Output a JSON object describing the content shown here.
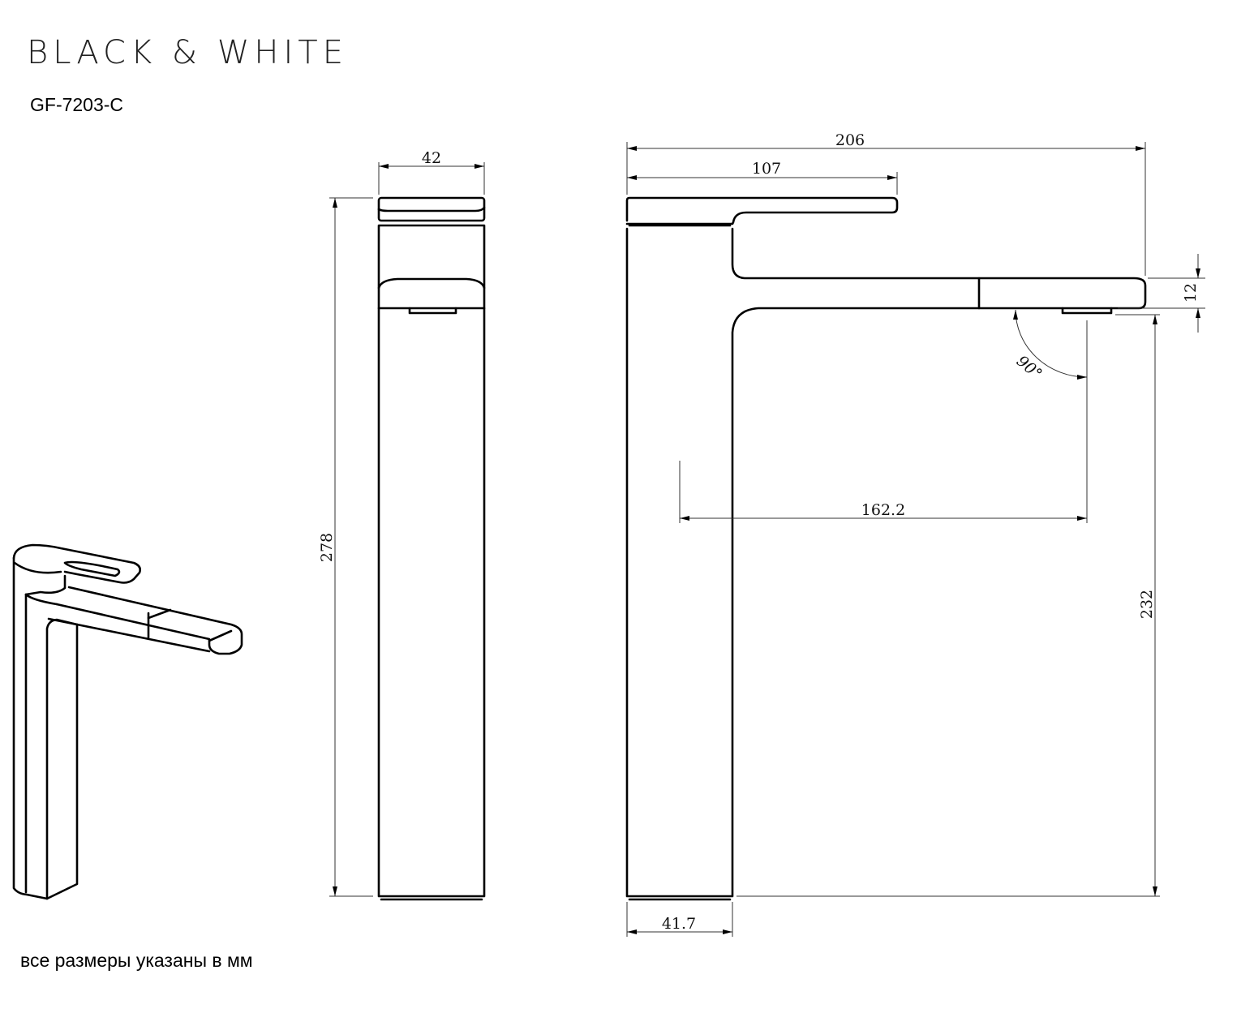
{
  "header": {
    "brand": "BLACK & WHITE",
    "model": "GF-7203-C"
  },
  "footer": {
    "note": "все размеры указаны в мм"
  },
  "dimensions": {
    "front_width": "42",
    "front_height": "278",
    "side_total_length": "206",
    "side_handle_length": "107",
    "spout_thickness": "12",
    "outlet_height": "232",
    "spout_reach": "162.2",
    "spout_angle": "90°",
    "body_width": "41.7"
  },
  "colors": {
    "line": "#000000",
    "background": "#ffffff"
  }
}
